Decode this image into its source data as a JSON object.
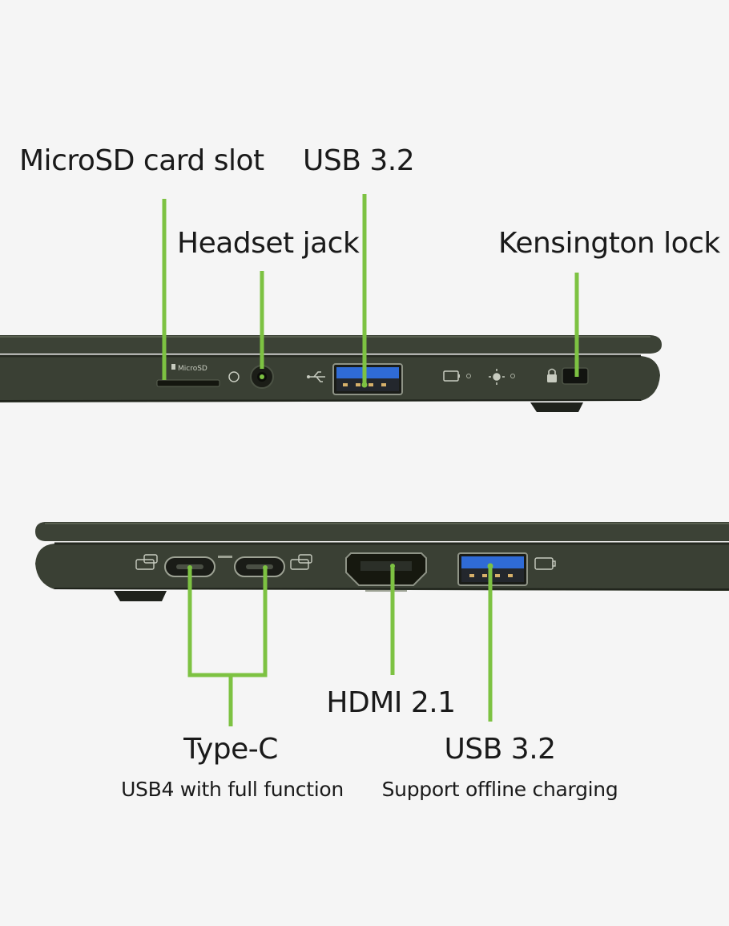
{
  "top_view": {
    "labels": {
      "microsd": "MicroSD card slot",
      "usb": "USB 3.2",
      "headset": "Headset jack",
      "kensington": "Kensington lock"
    },
    "port_marks": {
      "microsd_print": "MicroSD"
    }
  },
  "bottom_view": {
    "labels": {
      "typec": "Type-C",
      "typec_sub": "USB4 with full function",
      "hdmi": "HDMI 2.1",
      "usb": "USB 3.2",
      "usb_sub": "Support offline charging"
    }
  },
  "colors": {
    "callout": "#7dc242",
    "chassis": "#3a4034",
    "chassis_dark": "#262a22",
    "usb_blue": "#2f6bd6",
    "background": "#f5f5f5"
  }
}
